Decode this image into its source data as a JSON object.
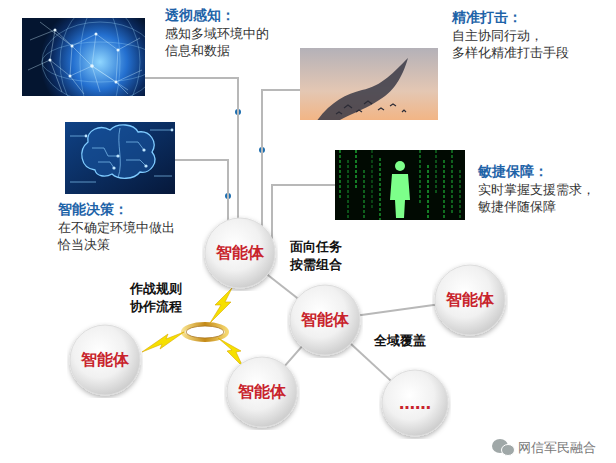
{
  "diagram": {
    "nodes": [
      {
        "text": [
          "透彻感知：",
          "感知多域环境中的 信息和数据"
        ]
      },
      {
        "text": [
          "精准打击：",
          "自主协同行动， 多样化精准打击手段"
        ]
      },
      {
        "text": [
          "智能决策：",
          "在不确定环境中做出 恰当决策"
        ]
      },
      {
        "text": [
          "敏捷保障：",
          "实时掌握支援需求， 敏捷伴随保障"
        ]
      },
      {
        "text": [
          "智能体"
        ]
      },
      {
        "text": [
          "智能体"
        ]
      },
      {
        "text": [
          "智能体"
        ]
      },
      {
        "text": [
          "智能体"
        ]
      },
      {
        "text": [
          "智能体"
        ]
      },
      {
        "text": [
          "……"
        ]
      }
    ],
    "edges": [
      {
        "from": 0,
        "to": 4,
        "arrow": "none"
      },
      {
        "from": 1,
        "to": 4,
        "arrow": "none"
      },
      {
        "from": 2,
        "to": 4,
        "arrow": "none"
      },
      {
        "from": 3,
        "to": 4,
        "arrow": "none"
      },
      {
        "from": 4,
        "to": 5,
        "arrow": "none"
      },
      {
        "from": 5,
        "to": 6,
        "arrow": "none"
      },
      {
        "from": 5,
        "to": 8,
        "arrow": "none"
      },
      {
        "from": 5,
        "to": 9,
        "arrow": "none"
      }
    ],
    "labels": [
      "面向任务 按需组合",
      "作战规则 协作流程",
      "全域覆盖",
      "网信军民融合"
    ]
  }
}
